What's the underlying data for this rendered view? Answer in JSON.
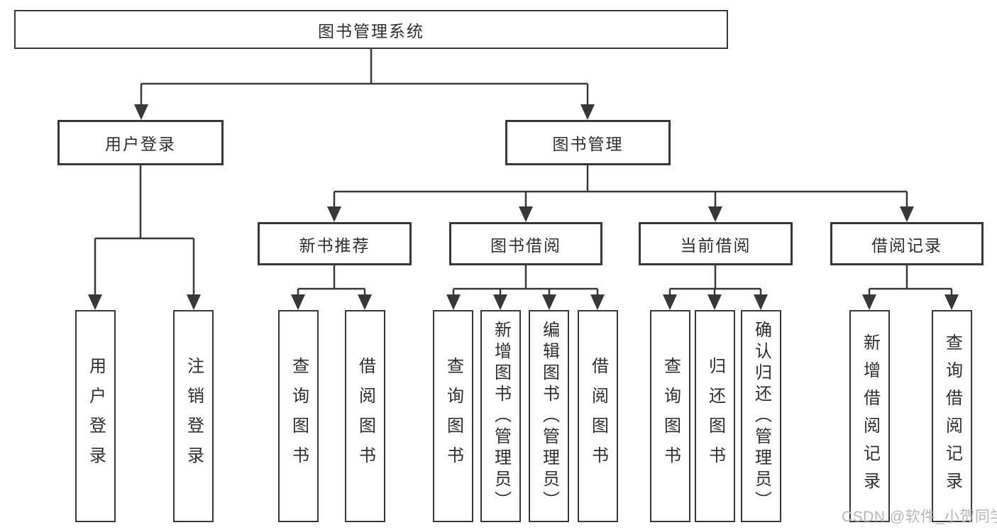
{
  "diagram": {
    "type": "hierarchy-tree",
    "root": {
      "label": "图书管理系统"
    },
    "branches": [
      {
        "label": "用户登录",
        "children": [
          {
            "label": "用户登录"
          },
          {
            "label": "注销登录"
          }
        ]
      },
      {
        "label": "图书管理",
        "children": [
          {
            "label": "新书推荐",
            "children": [
              {
                "label": "查询图书"
              },
              {
                "label": "借阅图书"
              }
            ]
          },
          {
            "label": "图书借阅",
            "children": [
              {
                "label": "查询图书"
              },
              {
                "label": "新增图书（管理员）"
              },
              {
                "label": "编辑图书（管理员）"
              },
              {
                "label": "借阅图书"
              }
            ]
          },
          {
            "label": "当前借阅",
            "children": [
              {
                "label": "查询图书"
              },
              {
                "label": "归还图书"
              },
              {
                "label": "确认归还（管理员）"
              }
            ]
          },
          {
            "label": "借阅记录",
            "children": [
              {
                "label": "新增借阅记录"
              },
              {
                "label": "查询借阅记录"
              }
            ]
          }
        ]
      }
    ]
  },
  "watermark": {
    "text": "CSDN @软件_小贺同学"
  },
  "colors": {
    "line": "#383838",
    "box_border": "#383838",
    "text": "#2e2e2e",
    "watermark": "#b5b5b5",
    "background": "#ffffff"
  }
}
